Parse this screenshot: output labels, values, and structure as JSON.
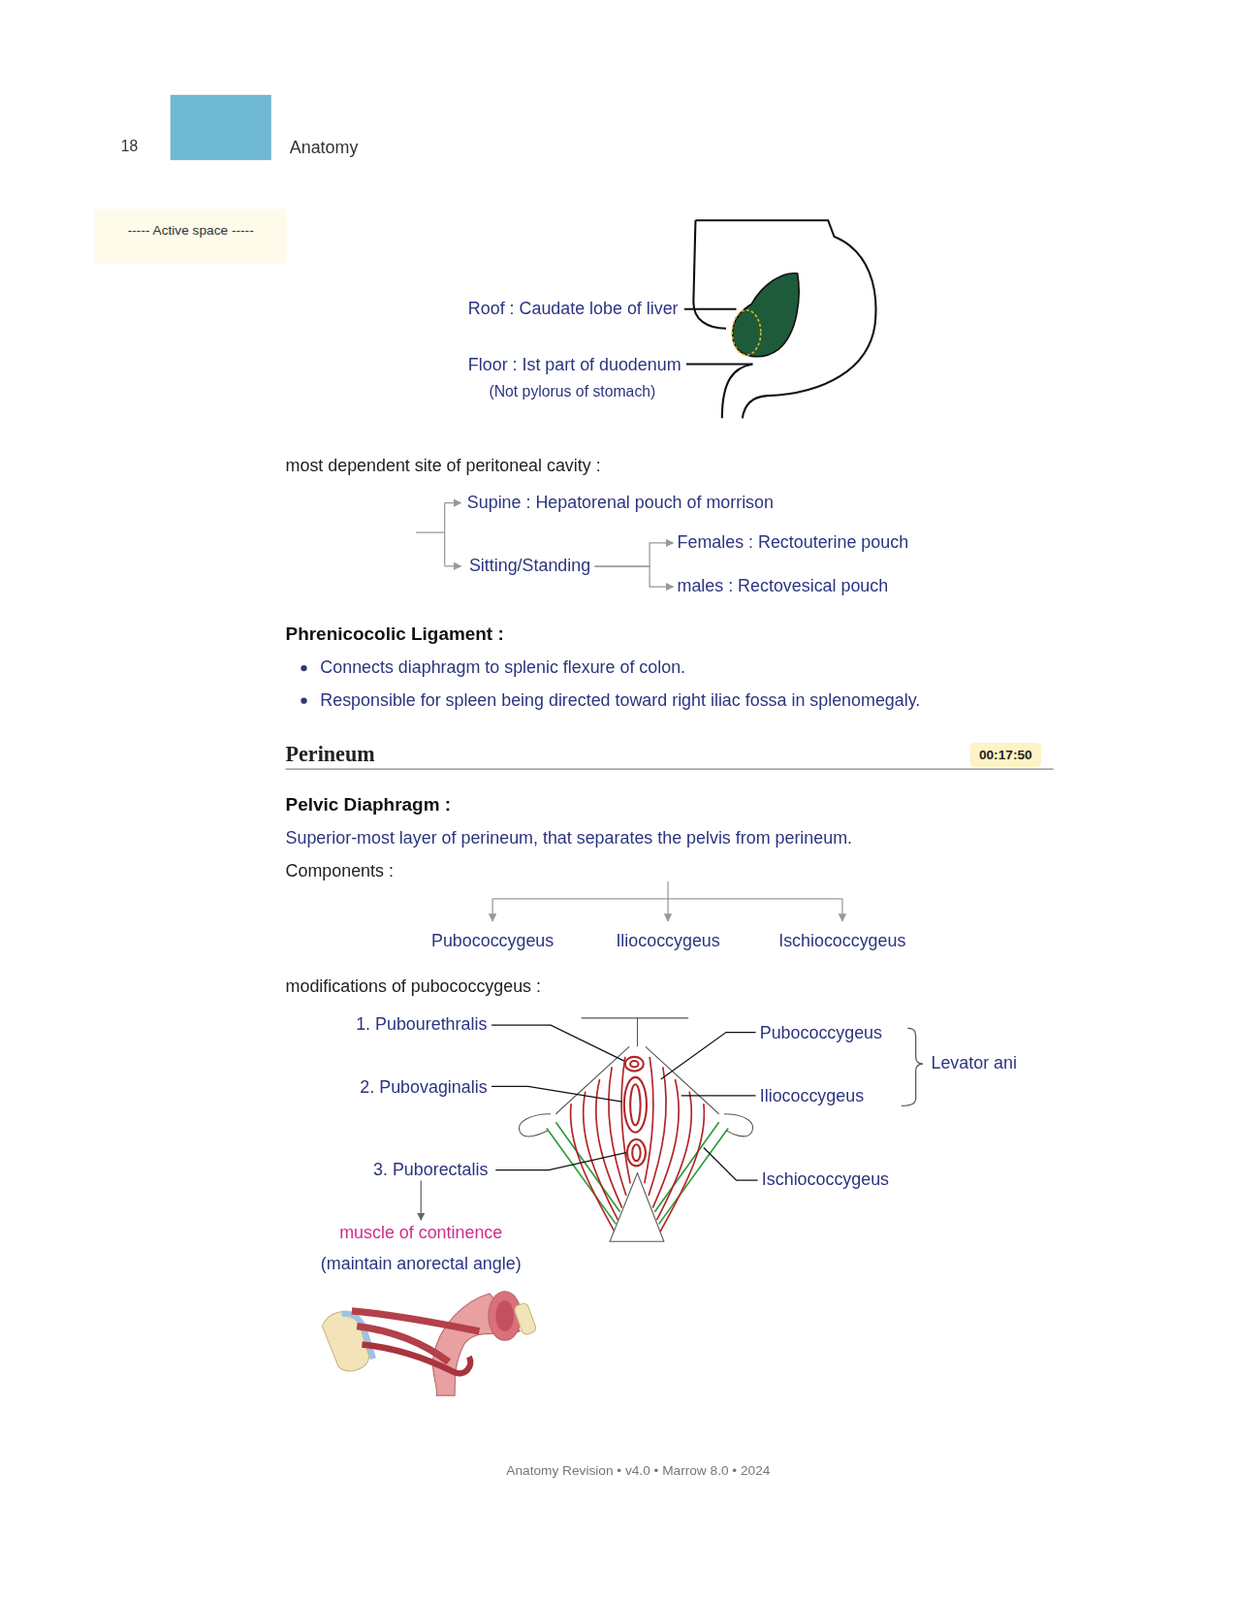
{
  "diagram": {
    "nodes": [
      {
        "text": [
          "----- Active space -----"
        ]
      },
      {
        "text": [
          "Supine : Hepatorenal pouch of morrison"
        ]
      },
      {
        "text": [
          "Sitting/Standing"
        ]
      },
      {
        "text": [
          "Females : Rectouterine pouch"
        ]
      },
      {
        "text": [
          "males : Rectovesical pouch"
        ]
      },
      {
        "text": [
          "00:17:50"
        ]
      },
      {
        "text": [
          "3. Puborectalis"
        ]
      },
      {
        "text": [
          "muscle of continence",
          "(maintain anorectal angle)"
        ]
      }
    ],
    "edges": [
      {
        "from": 2,
        "to": 3,
        "arrow": "to"
      },
      {
        "from": 2,
        "to": 4,
        "arrow": "to"
      },
      {
        "from": 6,
        "to": 7,
        "arrow": "to"
      }
    ],
    "labels": [
      "18",
      "Anatomy",
      "Roof : Caudate lobe of liver",
      "Floor : Ist part of duodenum",
      "(Not pylorus of stomach)",
      "most dependent site of peritoneal cavity :",
      "Phrenicocolic Ligament :",
      "Connects diaphragm to splenic flexure of colon.",
      "Responsible for spleen being directed toward right iliac fossa in splenomegaly.",
      "Perineum",
      "Pelvic Diaphragm :",
      "Superior-most layer of perineum, that separates the pelvis from perineum.",
      "Components :",
      "Pubococcygeus",
      "Iliococcygeus",
      "Ischiococcygeus",
      "modifications of pubococcygeus :",
      "1. Pubourethralis",
      "Pubococcygeus",
      "Levator ani",
      "2. Pubovaginalis",
      "Iliococcygeus",
      "Ischiococcygeus",
      "Anatomy Revision • v4.0 • Marrow 8.0 • 2024"
    ]
  }
}
